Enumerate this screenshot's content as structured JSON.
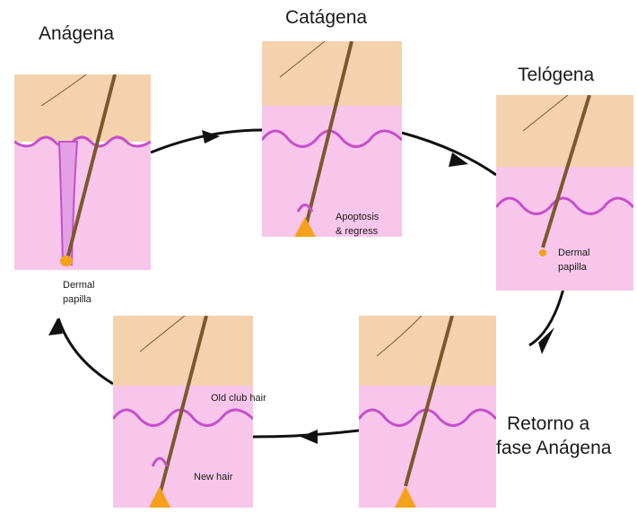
{
  "phases": {
    "anagen": {
      "title": "Anágena",
      "annotation_line1": "Dermal",
      "annotation_line2": "papilla"
    },
    "catagen": {
      "title": "Catágena",
      "annotation_line1": "Apoptosis",
      "annotation_line2": "& regress"
    },
    "telogen": {
      "title": "Telógena",
      "annotation_line1": "Dermal",
      "annotation_line2": "papilla"
    },
    "return": {
      "title_line1": "Retorno a",
      "title_line2": "fase Anágena"
    },
    "early_anagen": {
      "annotation_old": "Old club hair",
      "annotation_new": "New hair"
    }
  },
  "colors": {
    "skin_top": "#f3d2ad",
    "epidermis": "#c64fcb",
    "dermis": "#f8c6ea",
    "hair": "#7a5a2c",
    "papilla": "#f4a21b",
    "arrow": "#111111"
  }
}
